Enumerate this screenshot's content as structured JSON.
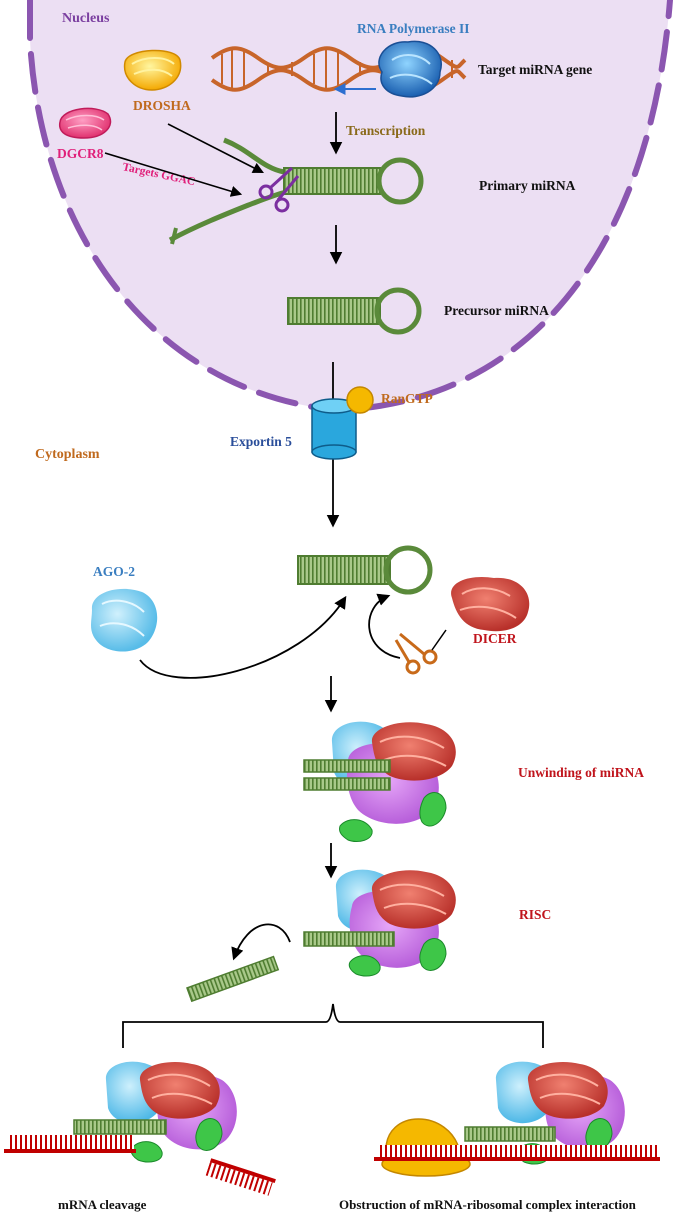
{
  "labels": {
    "nucleus": "Nucleus",
    "rna_pol": "RNA Polymerase II",
    "target_gene": "Target miRNA gene",
    "drosha": "DROSHA",
    "dgcr8": "DGCR8",
    "targets_ggac": "Targets GGAC",
    "transcription": "Transcription",
    "primary_mirna": "Primary miRNA",
    "precursor_mirna": "Precursor miRNA",
    "rangtp": "RanGTP",
    "exportin5": "Exportin 5",
    "cytoplasm": "Cytoplasm",
    "ago2": "AGO-2",
    "dicer": "DICER",
    "unwinding": "Unwinding of miRNA",
    "risc": "RISC",
    "mrna_cleavage": "mRNA cleavage",
    "obstruction": "Obstruction of mRNA-ribosomal complex interaction"
  },
  "colors": {
    "nucleus_fill": "#ecdff3",
    "nucleus_border": "#8b56b0",
    "mirna_green": "#5a8a3a",
    "mrna_red": "#c00000",
    "ribosome_yellow": "#f5b800",
    "exportin_blue": "#2aa7dd",
    "dna_orange": "#c8652a",
    "title_purple": "#7b3fa0",
    "label_brown": "#c06a1e",
    "label_blue": "#3a7ec0",
    "label_red": "#c0141c",
    "label_pink": "#e0207a",
    "label_olive": "#8a6a1a",
    "label_navy": "#2a4e9a"
  },
  "icons": [
    "dna-helix-icon",
    "scissors-icon",
    "ribosome-icon",
    "protein-complex-icon"
  ]
}
